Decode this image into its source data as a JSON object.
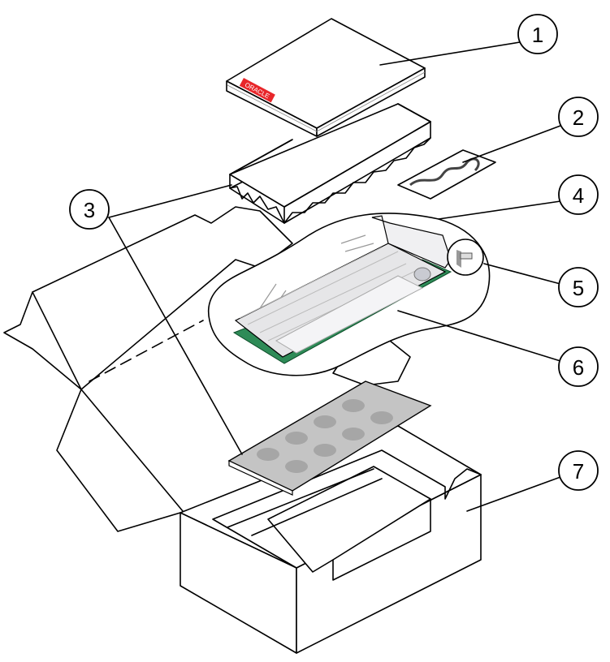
{
  "diagram": {
    "logo_text": "ORACLE",
    "colors": {
      "logo": "#e8262a",
      "pcb": "#2e8b57",
      "heatsink": "#e6e6e8",
      "foam": "#b8b8b8"
    },
    "callouts": [
      {
        "label": "1",
        "part": "documentation"
      },
      {
        "label": "2",
        "part": "cable"
      },
      {
        "label": "3",
        "part": "foam"
      },
      {
        "label": "4",
        "part": "antistatic-bag"
      },
      {
        "label": "5",
        "part": "screw"
      },
      {
        "label": "6",
        "part": "card"
      },
      {
        "label": "7",
        "part": "shipping-box"
      }
    ]
  }
}
